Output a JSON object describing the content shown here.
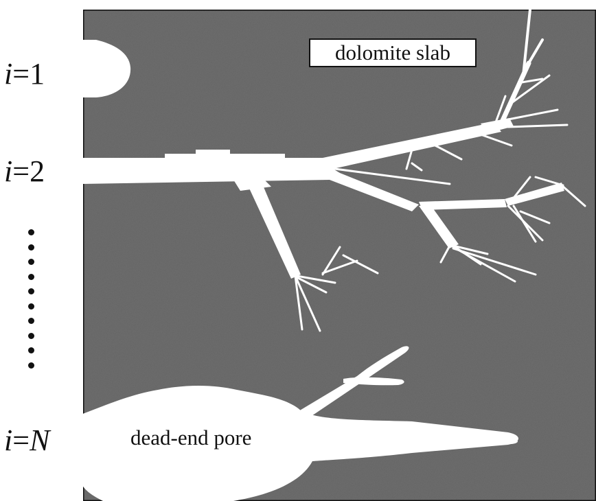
{
  "figure": {
    "slab_label": "dolomite slab",
    "pore_label": "dead-end pore",
    "row_labels": {
      "first": {
        "var": "i",
        "eq": "=",
        "index": "1"
      },
      "second": {
        "var": "i",
        "eq": "=",
        "index": "2"
      },
      "last": {
        "var": "i",
        "eq": "=",
        "index": "N"
      }
    },
    "ellipsis_dots": 10
  },
  "colors": {
    "slab": "#6e6e6e",
    "slab_border": "#111111",
    "pore": "#ffffff",
    "text": "#111111"
  }
}
